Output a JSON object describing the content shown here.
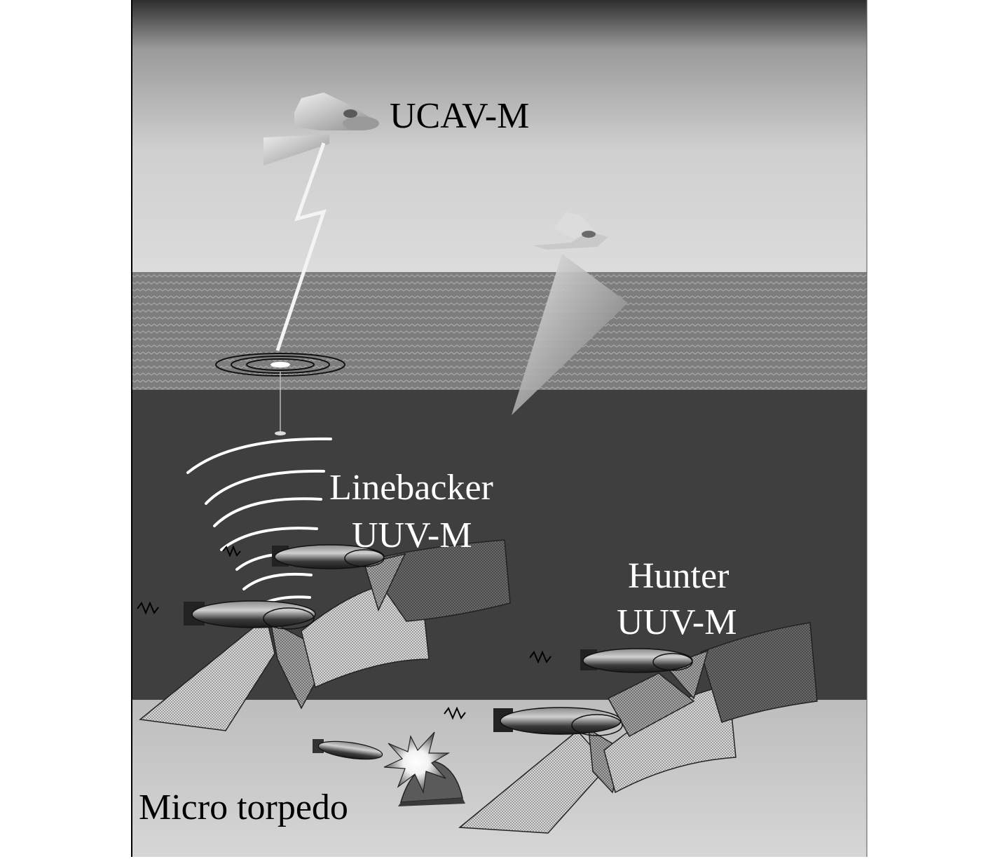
{
  "labels": {
    "ucav": "UCAV-M",
    "linebacker_line1": "Linebacker",
    "linebacker_line2": "UUV-M",
    "hunter_line1": "Hunter",
    "hunter_line2": "UUV-M",
    "micro_torpedo": "Micro torpedo"
  },
  "colors": {
    "label_dark": "#000000",
    "label_light": "#ffffff",
    "sky_top": "#2e2e2e",
    "sky_bottom": "#dcdcdc",
    "sea_surface": "#8a8a8a",
    "deep_water": "#3f3f3f",
    "seabed": "#c8c8c8"
  }
}
